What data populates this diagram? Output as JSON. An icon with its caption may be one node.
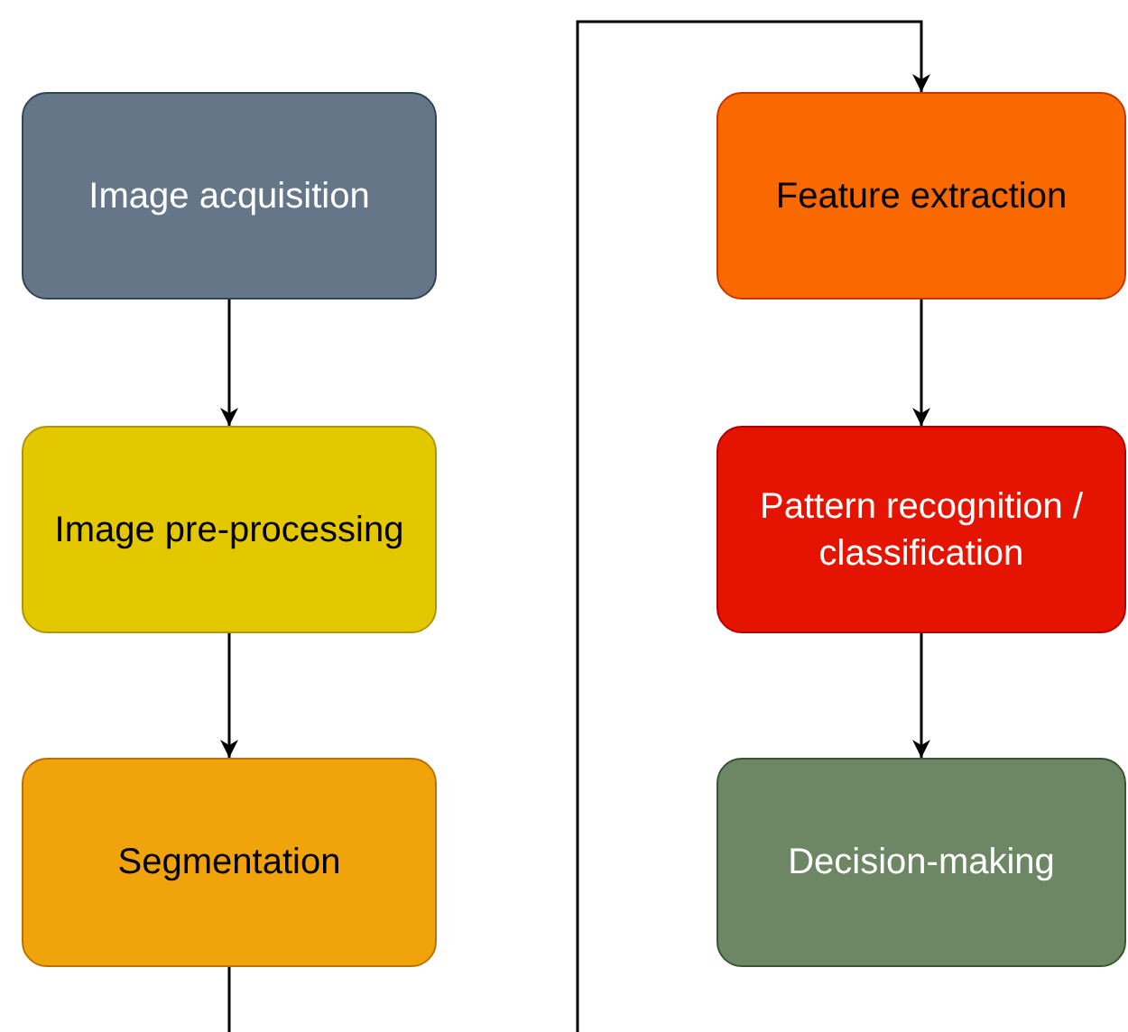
{
  "diagram": {
    "nodes": [
      {
        "text": [
          "Image acquisition"
        ]
      },
      {
        "text": [
          "Image pre-processing"
        ]
      },
      {
        "text": [
          "Segmentation"
        ]
      },
      {
        "text": [
          "Feature extraction"
        ]
      },
      {
        "text": [
          "Pattern recognition / classification"
        ]
      },
      {
        "text": [
          "Decision-making"
        ]
      }
    ],
    "edges": [
      {
        "from": 0,
        "to": 1,
        "arrow": "to"
      },
      {
        "from": 1,
        "to": 2,
        "arrow": "to"
      },
      {
        "from": 2,
        "to": 3,
        "arrow": "to"
      },
      {
        "from": 3,
        "to": 4,
        "arrow": "to"
      },
      {
        "from": 4,
        "to": 5,
        "arrow": "to"
      }
    ]
  }
}
